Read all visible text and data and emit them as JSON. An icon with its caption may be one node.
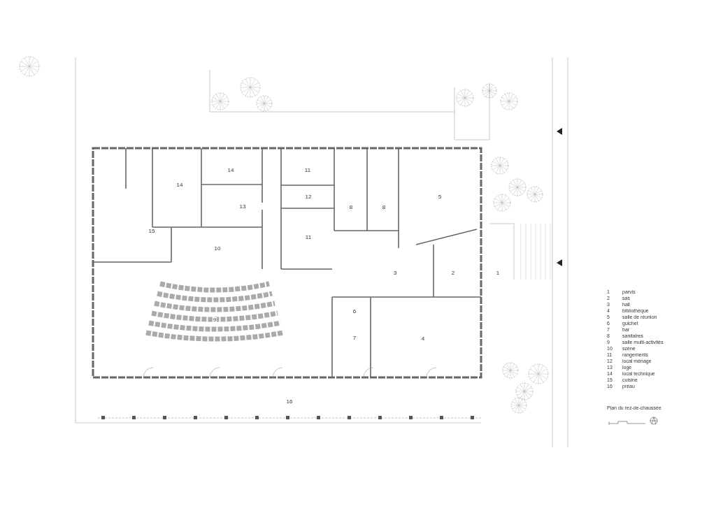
{
  "diagram": {
    "labels": [
      "14",
      "11",
      "14",
      "12",
      "13",
      "8",
      "8",
      "5",
      "15",
      "11",
      "10",
      "3",
      "2",
      "1",
      "6",
      "9",
      "7",
      "4",
      "16",
      "1",
      "parvis",
      "2",
      "sas",
      "3",
      "hall",
      "4",
      "bibliothèque",
      "5",
      "salle de réunion",
      "6",
      "guichet",
      "7",
      "bar",
      "8",
      "sanitaires",
      "9",
      "salle multi-activités",
      "10",
      "scène",
      "11",
      "rangements",
      "12",
      "local ménage",
      "13",
      "loge",
      "14",
      "local technique",
      "15",
      "cuisine",
      "16",
      "préau",
      "Plan du rez-de-chaussée"
    ]
  }
}
